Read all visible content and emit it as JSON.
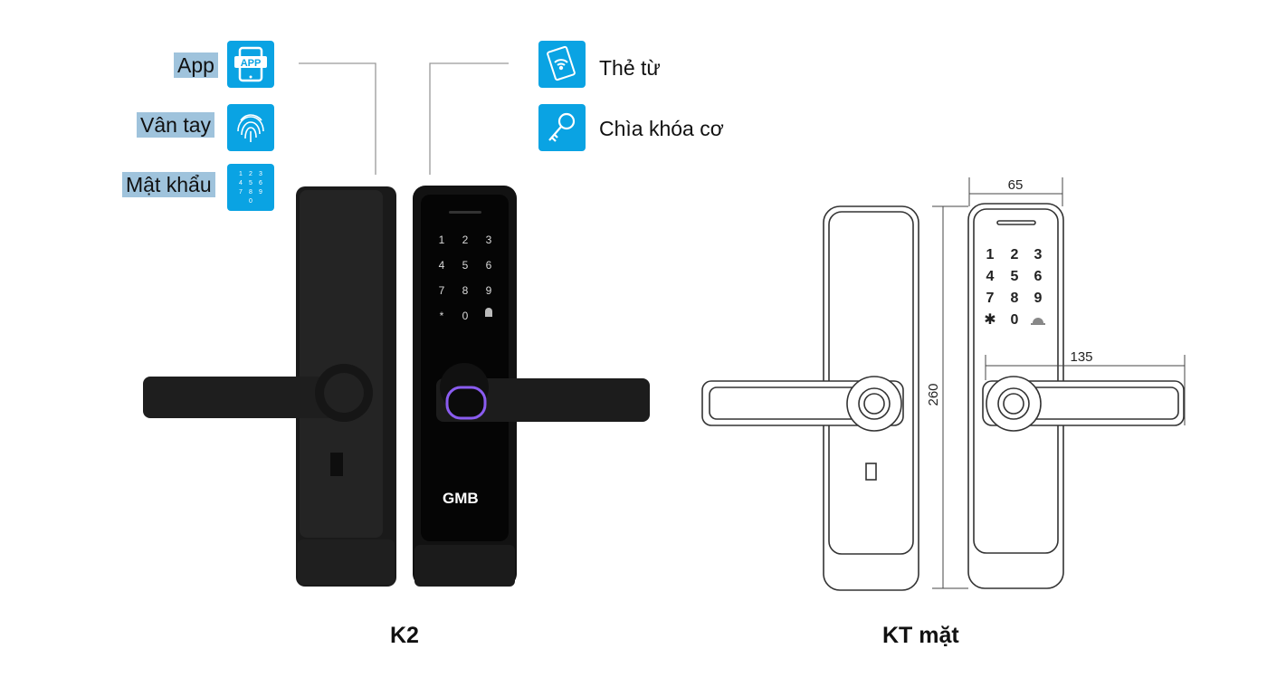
{
  "features_left": [
    {
      "label": "App",
      "icon": "app-phone-icon",
      "icon_text": "APP"
    },
    {
      "label": "Vân tay",
      "icon": "fingerprint-icon"
    },
    {
      "label": "Mật khẩu",
      "icon": "keypad-icon",
      "icon_keys": [
        "1",
        "2",
        "3",
        "4",
        "5",
        "6",
        "7",
        "8",
        "9",
        "0"
      ]
    }
  ],
  "features_right": [
    {
      "label": "Thẻ từ",
      "icon": "rfid-card-icon"
    },
    {
      "label": "Chìa khóa cơ",
      "icon": "key-icon"
    }
  ],
  "product": {
    "brand": "GMB",
    "model_caption": "K2",
    "keypad": [
      "1",
      "2",
      "3",
      "4",
      "5",
      "6",
      "7",
      "8",
      "9",
      "*",
      "0"
    ]
  },
  "drawing": {
    "caption": "KT mặt",
    "dim_width": "65",
    "dim_height": "260",
    "dim_handle": "135",
    "keypad": [
      "1",
      "2",
      "3",
      "4",
      "5",
      "6",
      "7",
      "8",
      "9",
      "0"
    ]
  },
  "colors": {
    "accent": "#0aa3e3",
    "label_highlight": "#9fc3dc",
    "lock_body": "#141414",
    "fingerprint_ring": "#8a5cf0"
  }
}
